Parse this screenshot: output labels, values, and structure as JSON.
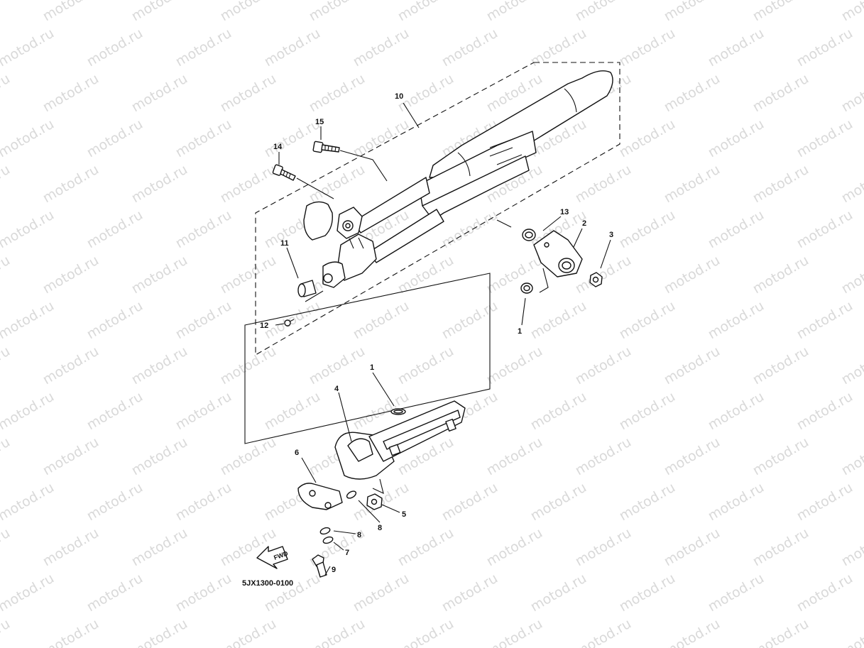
{
  "watermark": "motod.ru",
  "diagram_code": "5JX1300-0100",
  "fwd_label": "FWD",
  "callouts": [
    {
      "id": "c10",
      "text": "10"
    },
    {
      "id": "c15",
      "text": "15"
    },
    {
      "id": "c14",
      "text": "14"
    },
    {
      "id": "c13",
      "text": "13"
    },
    {
      "id": "c2",
      "text": "2"
    },
    {
      "id": "c3",
      "text": "3"
    },
    {
      "id": "c11",
      "text": "11"
    },
    {
      "id": "c12",
      "text": "12"
    },
    {
      "id": "c1a",
      "text": "1"
    },
    {
      "id": "c1b",
      "text": "1"
    },
    {
      "id": "c4",
      "text": "4"
    },
    {
      "id": "c6",
      "text": "6"
    },
    {
      "id": "c5",
      "text": "5"
    },
    {
      "id": "c8a",
      "text": "8"
    },
    {
      "id": "c8b",
      "text": "8"
    },
    {
      "id": "c7",
      "text": "7"
    },
    {
      "id": "c9",
      "text": "9"
    }
  ],
  "colors": {
    "line": "#111111",
    "watermark": "#d9d9d9",
    "background": "#ffffff"
  }
}
